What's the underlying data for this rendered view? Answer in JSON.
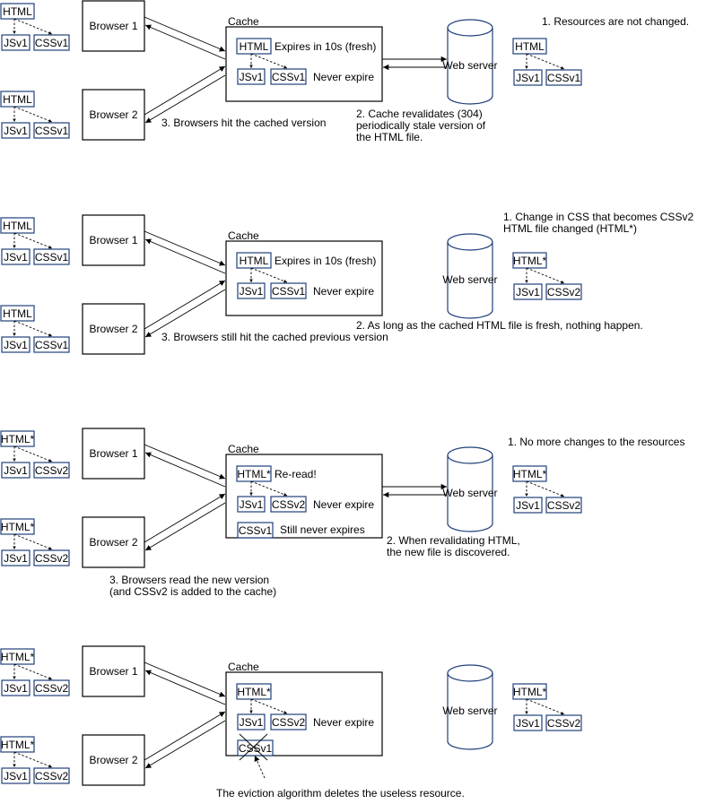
{
  "labels": {
    "browser1": "Browser 1",
    "browser2": "Browser 2",
    "cache": "Cache",
    "web_server": "Web server"
  },
  "panels": [
    {
      "browser_resources": {
        "html": "HTML",
        "js": "JSv1",
        "css": "CSSv1"
      },
      "cache": {
        "html": "HTML",
        "html_note": "Expires in 10s (fresh)",
        "js": "JSv1",
        "css": "CSSv1",
        "sub_note": "Never expire"
      },
      "server_resources": {
        "html": "HTML",
        "js": "JSv1",
        "css": "CSSv1"
      },
      "step1": [
        "1. Resources are not changed."
      ],
      "step2": [
        "2. Cache revalidates (304)",
        "periodically stale version of",
        "the HTML file."
      ],
      "step3": [
        "3. Browsers hit the cached version"
      ],
      "server_link": true
    },
    {
      "browser_resources": {
        "html": "HTML",
        "js": "JSv1",
        "css": "CSSv1"
      },
      "cache": {
        "html": "HTML",
        "html_note": "Expires in 10s (fresh)",
        "js": "JSv1",
        "css": "CSSv1",
        "sub_note": "Never expire"
      },
      "server_resources": {
        "html": "HTML*",
        "js": "JSv1",
        "css": "CSSv2"
      },
      "step1": [
        "1. Change in CSS that becomes CSSv2",
        "HTML file changed (HTML*)"
      ],
      "step2": [
        "2. As long as the cached HTML file is fresh, nothing happen."
      ],
      "step3": [
        "3. Browsers still hit the cached previous version"
      ],
      "server_link": false
    },
    {
      "browser_resources": {
        "html": "HTML*",
        "js": "JSv1",
        "css": "CSSv2"
      },
      "cache": {
        "html": "HTML*",
        "html_note": "Re-read!",
        "js": "JSv1",
        "css": "CSSv2",
        "sub_note": "Never expire",
        "old_css": "CSSv1",
        "old_note": "Still never expires"
      },
      "server_resources": {
        "html": "HTML*",
        "js": "JSv1",
        "css": "CSSv2"
      },
      "step1": [
        "1. No more changes to the resources"
      ],
      "step2": [
        "2. When revalidating HTML,",
        "the new file is discovered."
      ],
      "step3": [
        "3. Browsers read the new version",
        "(and CSSv2 is added to the cache)"
      ],
      "server_link": true
    },
    {
      "browser_resources": {
        "html": "HTML*",
        "js": "JSv1",
        "css": "CSSv2"
      },
      "cache": {
        "html": "HTML*",
        "js": "JSv1",
        "css": "CSSv2",
        "sub_note": "Never expire",
        "evicted_css": "CSSv1"
      },
      "server_resources": {
        "html": "HTML*",
        "js": "JSv1",
        "css": "CSSv2"
      },
      "eviction_note": "The eviction algorithm deletes the useless resource.",
      "server_link": false
    }
  ]
}
